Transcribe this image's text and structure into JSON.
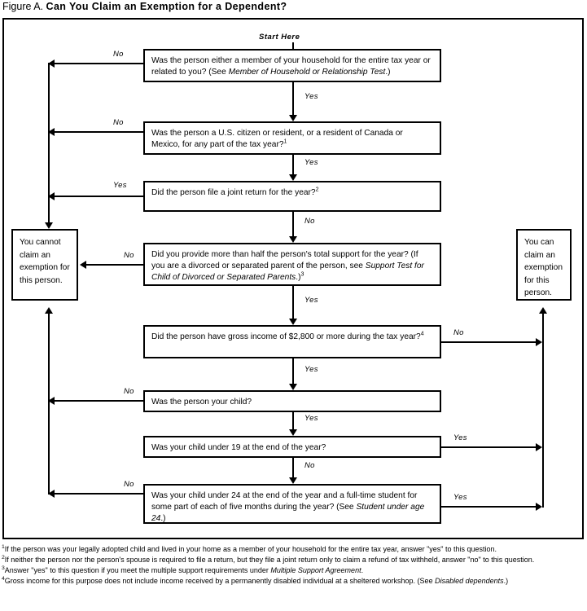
{
  "figure": {
    "label": "Figure A.",
    "title": "Can You Claim an Exemption for a Dependent?",
    "start_label": "Start Here"
  },
  "terminals": {
    "cannot": "You cannot claim an exemption for this person.",
    "can": "You can claim an exemption for this person."
  },
  "steps": [
    {
      "id": "member-household",
      "text_before": "Was the person either a member of your household for the entire tax year or related to you? (See ",
      "text_italic": "Member of Household or Relationship Test",
      "text_after": ".)",
      "superscript": "",
      "left_label": "No",
      "down_label": "Yes",
      "right_label": ""
    },
    {
      "id": "citizen-resident",
      "text_before": "Was the person a U.S. citizen or resident, or a resident of Canada or Mexico, for any part of the tax year?",
      "text_italic": "",
      "text_after": "",
      "superscript": "1",
      "left_label": "No",
      "down_label": "Yes",
      "right_label": ""
    },
    {
      "id": "joint-return",
      "text_before": "Did the person file a joint return for the year?",
      "text_italic": "",
      "text_after": "",
      "superscript": "2",
      "left_label": "Yes",
      "down_label": "No",
      "right_label": ""
    },
    {
      "id": "support-test",
      "text_before": "Did you provide more than half the person's total support for the year? (If you are a divorced or separated parent of the person, see ",
      "text_italic": "Support Test for Child of Divorced or Separated Parents",
      "text_after": ".)",
      "superscript": "3",
      "left_label": "No",
      "down_label": "Yes",
      "right_label": ""
    },
    {
      "id": "gross-income",
      "text_before": "Did the person have gross income of $2,800 or more during the tax year?",
      "text_italic": "",
      "text_after": "",
      "superscript": "4",
      "left_label": "",
      "down_label": "Yes",
      "right_label": "No"
    },
    {
      "id": "your-child",
      "text_before": "Was the person your child?",
      "text_italic": "",
      "text_after": "",
      "superscript": "",
      "left_label": "No",
      "down_label": "Yes",
      "right_label": ""
    },
    {
      "id": "under-19",
      "text_before": "Was your child under 19 at the end of the year?",
      "text_italic": "",
      "text_after": "",
      "superscript": "",
      "left_label": "",
      "down_label": "No",
      "right_label": "Yes"
    },
    {
      "id": "under-24-student",
      "text_before": "Was your child under 24 at the end of the year and a full-time student for some part of each of five months during the year? (See ",
      "text_italic": "Student under age 24",
      "text_after": ".)",
      "superscript": "",
      "left_label": "No",
      "down_label": "",
      "right_label": "Yes"
    }
  ],
  "footnotes": [
    {
      "marker": "1",
      "before": "If the person was your legally adopted child and lived in your home as a member of your household for the entire tax year, answer \"yes\" to this question.",
      "italic": "",
      "after": ""
    },
    {
      "marker": "2",
      "before": "If neither the person nor the person's spouse is required to file a return, but they file a joint return only to claim a refund of tax withheld, answer \"no\" to this question.",
      "italic": "",
      "after": ""
    },
    {
      "marker": "3",
      "before": "Answer \"yes\" to this question if you meet the multiple support requirements under ",
      "italic": "Multiple Support Agreement",
      "after": "."
    },
    {
      "marker": "4",
      "before": "Gross income for this purpose does not include income received by a permanently disabled individual at a sheltered workshop. (See ",
      "italic": "Disabled dependents",
      "after": ".)"
    }
  ]
}
